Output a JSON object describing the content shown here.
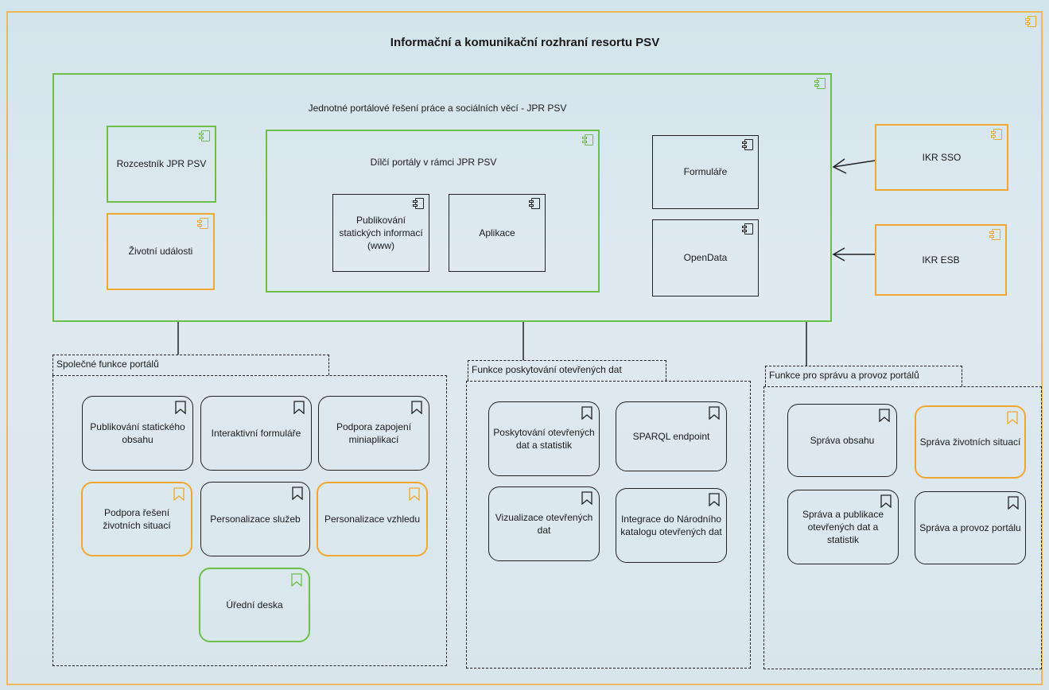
{
  "diagram": {
    "title": "Informační a komunikační rozhraní resortu PSV",
    "jpr": {
      "label": "Jednotné portálové řešení práce a sociálních věcí - JPR PSV",
      "rozcestnik": "Rozcestník JPR PSV",
      "zivotni_udalosti": "Životní události",
      "dilci_portaly": {
        "label": "Dílčí portály v rámci JPR PSV",
        "publikovani": "Publikování statických informací (www)",
        "aplikace": "Aplikace"
      },
      "formulare": "Formuláře",
      "opendata": "OpenData"
    },
    "ikr_sso": "IKR SSO",
    "ikr_esb": "IKR ESB",
    "spolecne": {
      "label": "Společné funkce portálů",
      "items": [
        "Publikování statického obsahu",
        "Interaktivní formuláře",
        "Podpora zapojení miniaplikací",
        "Podpora řešení životních situací",
        "Personalizace služeb",
        "Personalizace vzhledu",
        "Úřední deska"
      ]
    },
    "otevrena_data": {
      "label": "Funkce poskytování otevřených dat",
      "items": [
        "Poskytování otevřených dat a statistik",
        "SPARQL endpoint",
        "Vizualizace otevřených dat",
        "Integrace do Národního katalogu otevřených dat"
      ]
    },
    "sprava": {
      "label": "Funkce pro správu a provoz portálů",
      "items": [
        "Správa obsahu",
        "Správa životních situací",
        "Správa a publikace otevřených dat a statistik",
        "Správa a provoz portálu"
      ]
    },
    "colors": {
      "green": "#6cc04a",
      "orange": "#f0a830",
      "outer": "#f0b85a",
      "line": "#222222"
    },
    "icons": {
      "component": "component-icon",
      "function": "function-icon"
    }
  }
}
